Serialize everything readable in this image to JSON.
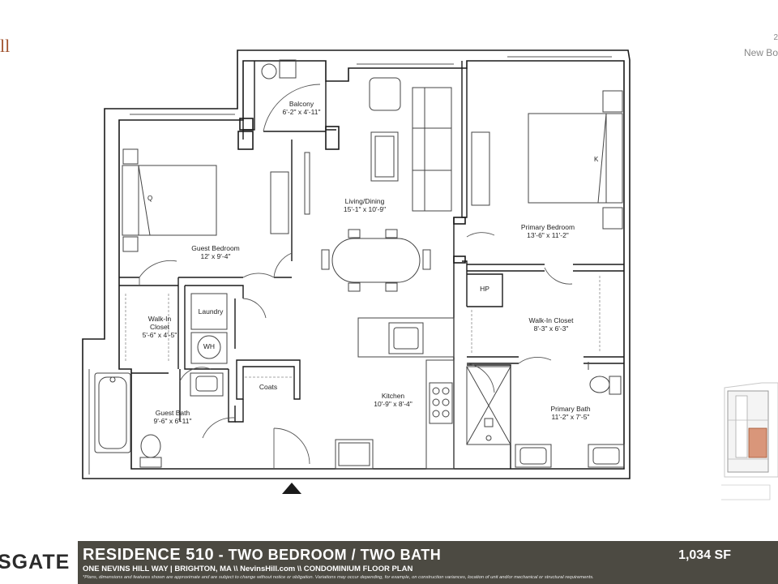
{
  "header": {
    "left_fragment": "ll",
    "right_fragment": "New Bo",
    "right_fragment_top": "2"
  },
  "rooms": {
    "balcony": {
      "name": "Balcony",
      "dims": "6'-2\" x 4'-11\""
    },
    "living": {
      "name": "Living/Dining",
      "dims": "15'-1\" x 10'-9\""
    },
    "primary_bedroom": {
      "name": "Primary Bedroom",
      "dims": "13'-6\" x 11'-2\""
    },
    "guest_bedroom": {
      "name": "Guest Bedroom",
      "dims": "12' x 9'-4\""
    },
    "walkin_closet_guest": {
      "name": "Walk-In\nCloset",
      "dims": "5'-6\" x 4'-5\""
    },
    "laundry": {
      "name": "Laundry"
    },
    "wh": {
      "name": "WH"
    },
    "hp": {
      "name": "HP"
    },
    "walkin_closet_primary": {
      "name": "Walk-In Closet",
      "dims": "8'-3\" x 6'-3\""
    },
    "coats": {
      "name": "Coats"
    },
    "guest_bath": {
      "name": "Guest Bath",
      "dims": "9'-6\" x 6'-11\""
    },
    "kitchen": {
      "name": "Kitchen",
      "dims": "10'-9\" x 8'-4\""
    },
    "primary_bath": {
      "name": "Primary Bath",
      "dims": "11'-2\" x 7'-5\""
    }
  },
  "bed_tags": {
    "guest": "Q",
    "primary": "K"
  },
  "footer": {
    "brand": "SGATE",
    "residence": "RESIDENCE 510",
    "type": " - TWO BEDROOM / TWO BATH",
    "area": "1,034 SF",
    "address": "ONE NEVINS HILL WAY | BRIGHTON, MA  \\\\  NevinsHill.com  \\\\  CONDOMINIUM FLOOR PLAN",
    "note": "*Plans, dimensions and features shown are approximate and are subject to change without notice or obligation. Variations may occur depending, for example, on construction variances, location of unit and/or mechanical or structural requirements."
  },
  "colors": {
    "wall": "#1a1a1a",
    "footer_band": "#4c4a42",
    "brand_accent": "#a0522d",
    "keyplan_highlight": "#d9967a"
  }
}
